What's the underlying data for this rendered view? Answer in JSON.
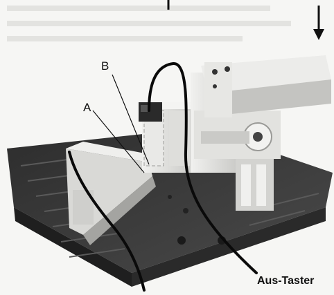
{
  "labels": {
    "a": "A",
    "b": "B",
    "off_switch": "Aus-Taster"
  },
  "colors": {
    "background": "#f6f6f4",
    "baseplate": "#3a3a3a",
    "block_light": "#e4e4e2",
    "block_shadow": "#a9a9a6",
    "cable": "#0a0a0a",
    "text": "#111111"
  },
  "icons": {
    "top_arrow": "arrow-down-icon"
  }
}
